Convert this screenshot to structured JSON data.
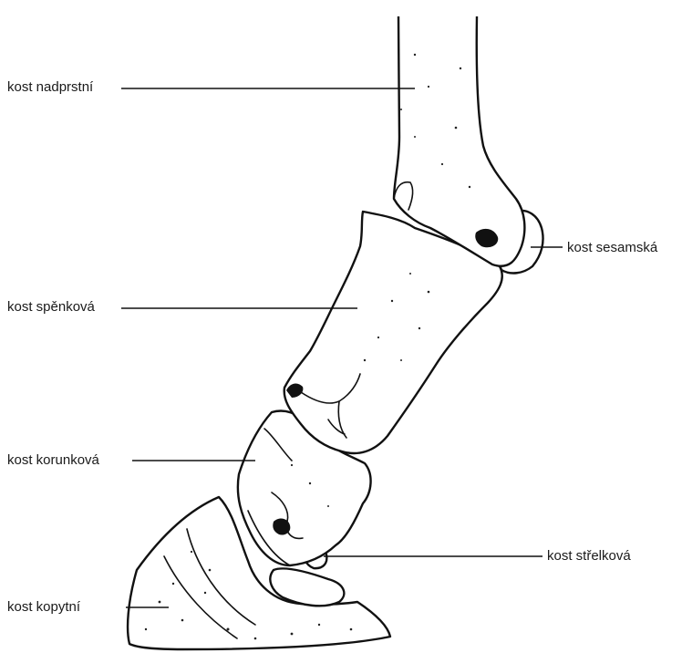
{
  "labels": {
    "metacarpal": "kost nadprstní",
    "sesamoid": "kost sesamská",
    "pastern": "kost spěnková",
    "coronet": "kost korunková",
    "navicular": "kost střelková",
    "coffin": "kost kopytní"
  },
  "colors": {
    "line": "#111111",
    "background": "#ffffff"
  }
}
